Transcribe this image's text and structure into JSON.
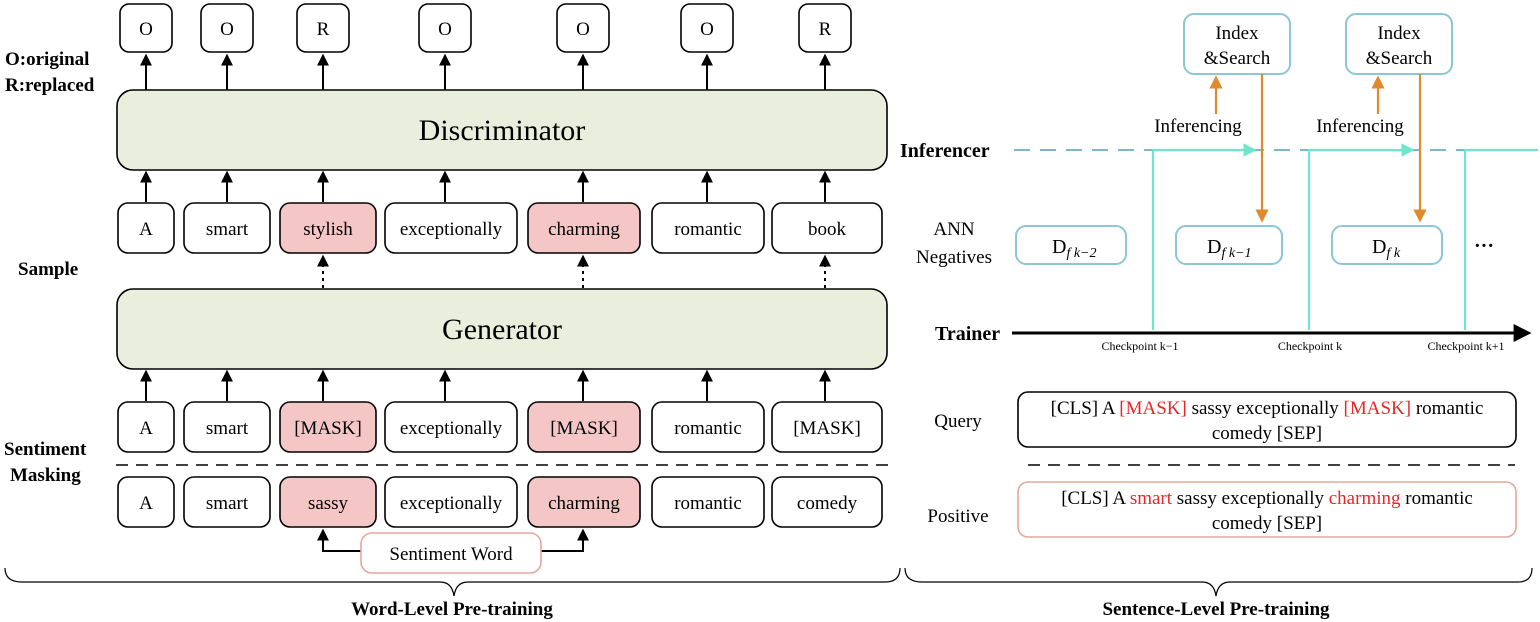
{
  "word_level": {
    "legend_original": "O:original",
    "legend_replaced": "R:replaced",
    "outputs": [
      "O",
      "O",
      "R",
      "O",
      "O",
      "O",
      "R"
    ],
    "discriminator": "Discriminator",
    "generator": "Generator",
    "sample_label": "Sample",
    "sentiment_masking_label_1": "Sentiment",
    "sentiment_masking_label_2": "Masking",
    "sampled_tokens": [
      "A",
      "smart",
      "stylish",
      "exceptionally",
      "charming",
      "romantic",
      "book"
    ],
    "masked_tokens": [
      "A",
      "smart",
      "[MASK]",
      "exceptionally",
      "[MASK]",
      "romantic",
      "[MASK]"
    ],
    "original_tokens": [
      "A",
      "smart",
      "sassy",
      "exceptionally",
      "charming",
      "romantic",
      "comedy"
    ],
    "sentiment_word": "Sentiment Word",
    "caption": "Word-Level Pre-training"
  },
  "sentence_level": {
    "inferencer": "Inferencer",
    "trainer": "Trainer",
    "ann_label_1": "ANN",
    "ann_label_2": "Negatives",
    "index_search_1": "Index",
    "index_search_2": "&Search",
    "inferencing": "Inferencing",
    "ellipsis": "···",
    "checkpoints": [
      "Checkpoint k−1",
      "Checkpoint k",
      "Checkpoint k+1"
    ],
    "negatives": [
      "D",
      "D",
      "D"
    ],
    "negative_subscripts": [
      "f k−2",
      "f k−1",
      "f k"
    ],
    "query_label": "Query",
    "positive_label": "Positive",
    "query_line1": [
      "[CLS] A ",
      "[MASK]",
      " sassy exceptionally ",
      "[MASK]",
      " romantic"
    ],
    "positive_line1": [
      "[CLS] A ",
      "smart",
      " sassy exceptionally ",
      "charming",
      " romantic"
    ],
    "line2": "comedy [SEP]",
    "caption": "Sentence-Level Pre-training"
  },
  "colors": {
    "highlight": "#f5c6c6",
    "model_box": "#e9efdc",
    "accent_red": "#e8262a",
    "teal": "#6fe5cc",
    "orange": "#e08a2e",
    "blue_border": "#8cc7d6"
  }
}
